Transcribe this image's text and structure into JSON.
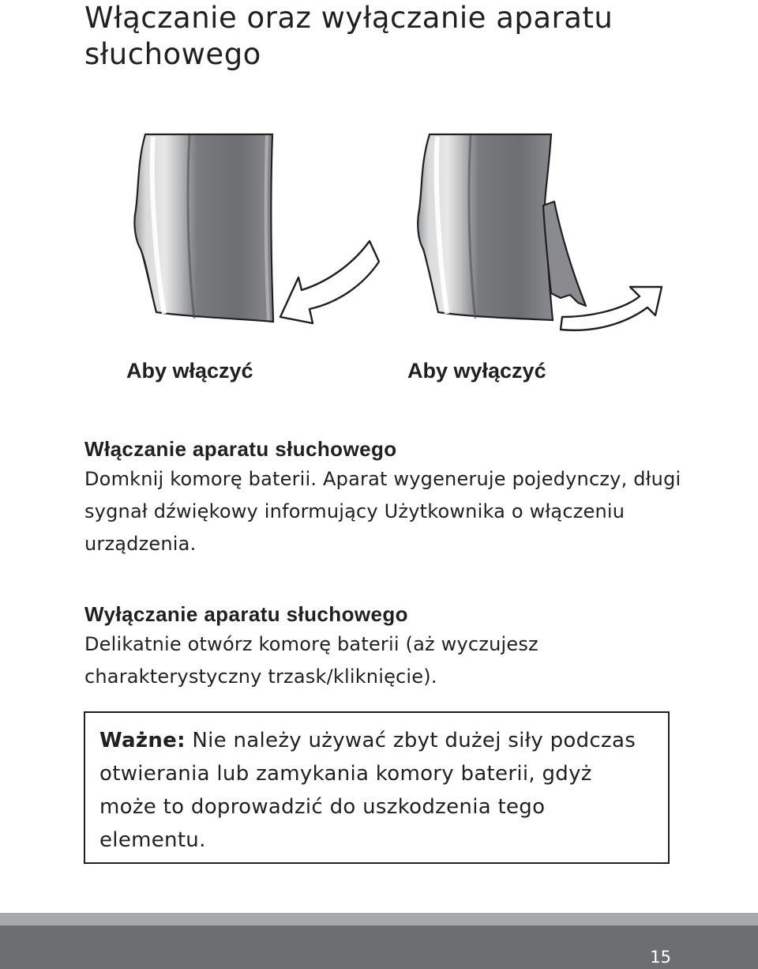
{
  "page": {
    "title": "Włączanie oraz wyłączanie aparatu słuchowego",
    "page_number": "15"
  },
  "figure": {
    "caption_on": "Aby włączyć",
    "caption_off": "Aby wyłączyć"
  },
  "section_on": {
    "heading": "Włączanie aparatu słuchowego",
    "body": "Domknij komorę baterii. Aparat wygeneruje pojedynczy, długi sygnał dźwiękowy informujący Użytkownika o włączeniu urządzenia."
  },
  "section_off": {
    "heading": "Wyłączanie aparatu słuchowego",
    "body": "Delikatnie otwórz komorę baterii (aż wyczujesz charakterystyczny trzask/kliknięcie)."
  },
  "note": {
    "label": "Ważne:",
    "text": "Nie należy używać zbyt dużej siły podczas otwierania lub zamykania komory baterii, gdyż może to doprowadzić do uszkodzenia tego elementu."
  },
  "colors": {
    "text": "#231f20",
    "footer_light": "#a7a9ac",
    "footer_dark": "#6d6e71"
  }
}
